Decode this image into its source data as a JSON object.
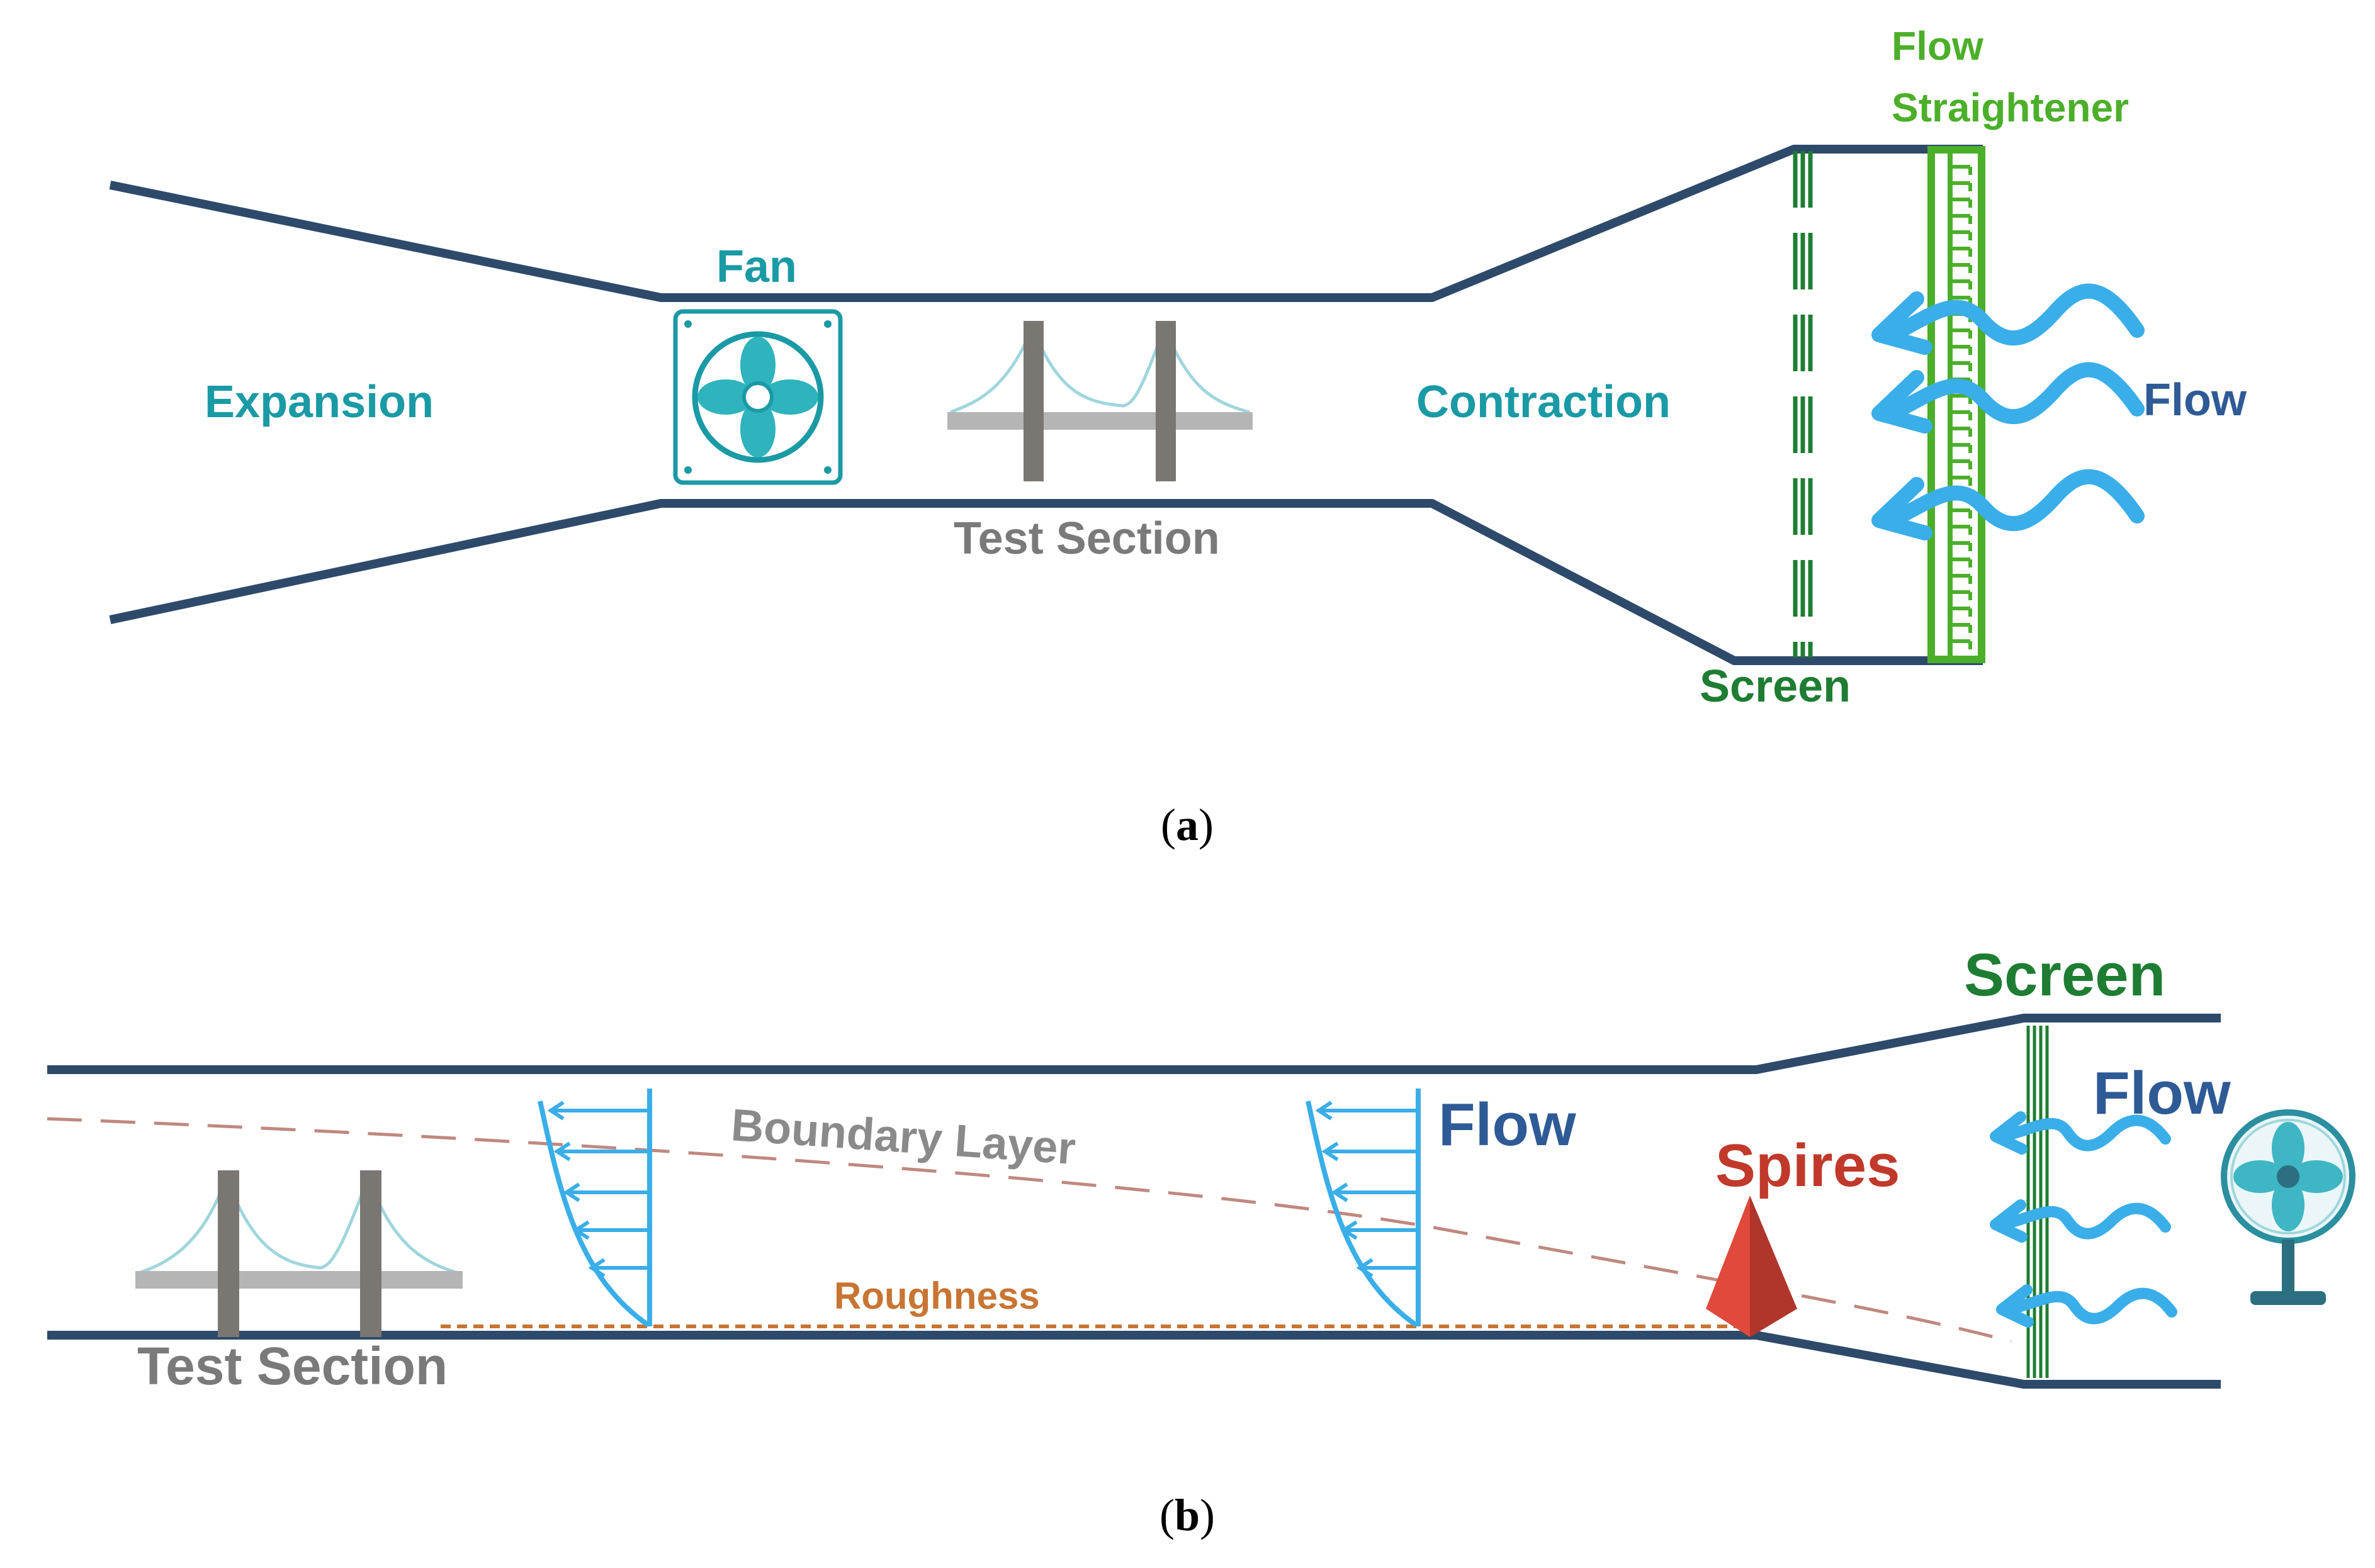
{
  "panel_a": {
    "labels": {
      "expansion": "Expansion",
      "fan": "Fan",
      "test_section": "Test Section",
      "contraction": "Contraction",
      "flow_straightener_1": "Flow",
      "flow_straightener_2": "Straightener",
      "flow": "Flow",
      "screen": "Screen"
    },
    "caption_open": "(",
    "caption_letter": "a",
    "caption_close": ")"
  },
  "panel_b": {
    "labels": {
      "test_section": "Test Section",
      "boundary_layer": "Boundary Layer",
      "roughness": "Roughness",
      "flow_profile": "Flow",
      "spires": "Spires",
      "screen": "Screen",
      "flow": "Flow"
    },
    "caption_open": "(",
    "caption_letter": "b",
    "caption_close": ")"
  },
  "colors": {
    "duct": "#2e4a6b",
    "teal_label": "#1a9aa5",
    "gray_label": "#7a7a7a",
    "green": "#4caf2a",
    "dark_green": "#1e7d32",
    "flow_blue": "#3aaee8",
    "flow_label_blue": "#2e5a96",
    "spires_red": "#c0392b",
    "roughness_orange": "#c87533",
    "bridge_gray": "#7a7672",
    "deck_gray": "#b5b5b5",
    "cable": "#9fd6dc"
  },
  "icons": [
    "fan-icon",
    "bridge-icon",
    "flow-arrow-icon",
    "spire-icon",
    "desk-fan-icon"
  ]
}
